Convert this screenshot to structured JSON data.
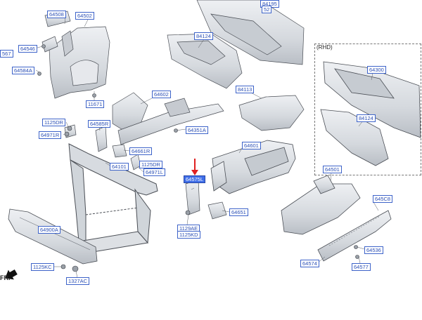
{
  "colors": {
    "callout_border": "#3d63c9",
    "callout_text": "#2b4fb5",
    "highlight_fill": "#3f6ee8",
    "marker_arrow": "#e02020",
    "part_fill": "#d9dde2",
    "part_edge": "#4a4e55"
  },
  "labels": {
    "p64508": "64508",
    "p64502": "64502",
    "p567": "567",
    "p64546": "64546",
    "p64584A": "64584A",
    "p11671": "11671",
    "p84195": "84195",
    "p52": "52",
    "p84124_top": "84124",
    "p84113": "84113",
    "p64602": "64602",
    "p1125DR_a": "1125DR",
    "p64971R": "64971R",
    "p64585R": "64585R",
    "p64351A": "64351A",
    "p64661R": "64661R",
    "p1125DR_b": "1125DR",
    "p64101": "64101",
    "p64971L": "64971L",
    "p64575L": "64575L",
    "p64601": "64601",
    "p64651": "64651",
    "p1129AE": "1129AE",
    "p1125KD": "1125KD",
    "p64900A": "64900A",
    "p1125KC": "1125KC",
    "p1327AC": "1327AC",
    "p64501": "64501",
    "p645C8": "645C8",
    "p64536": "64536",
    "p64574": "64574",
    "p64577": "64577",
    "p64300": "64300",
    "p84124_rhd": "84124"
  },
  "texts": {
    "rhd": "(RHD)",
    "fr": "FR."
  },
  "highlighted_part": "64575L"
}
